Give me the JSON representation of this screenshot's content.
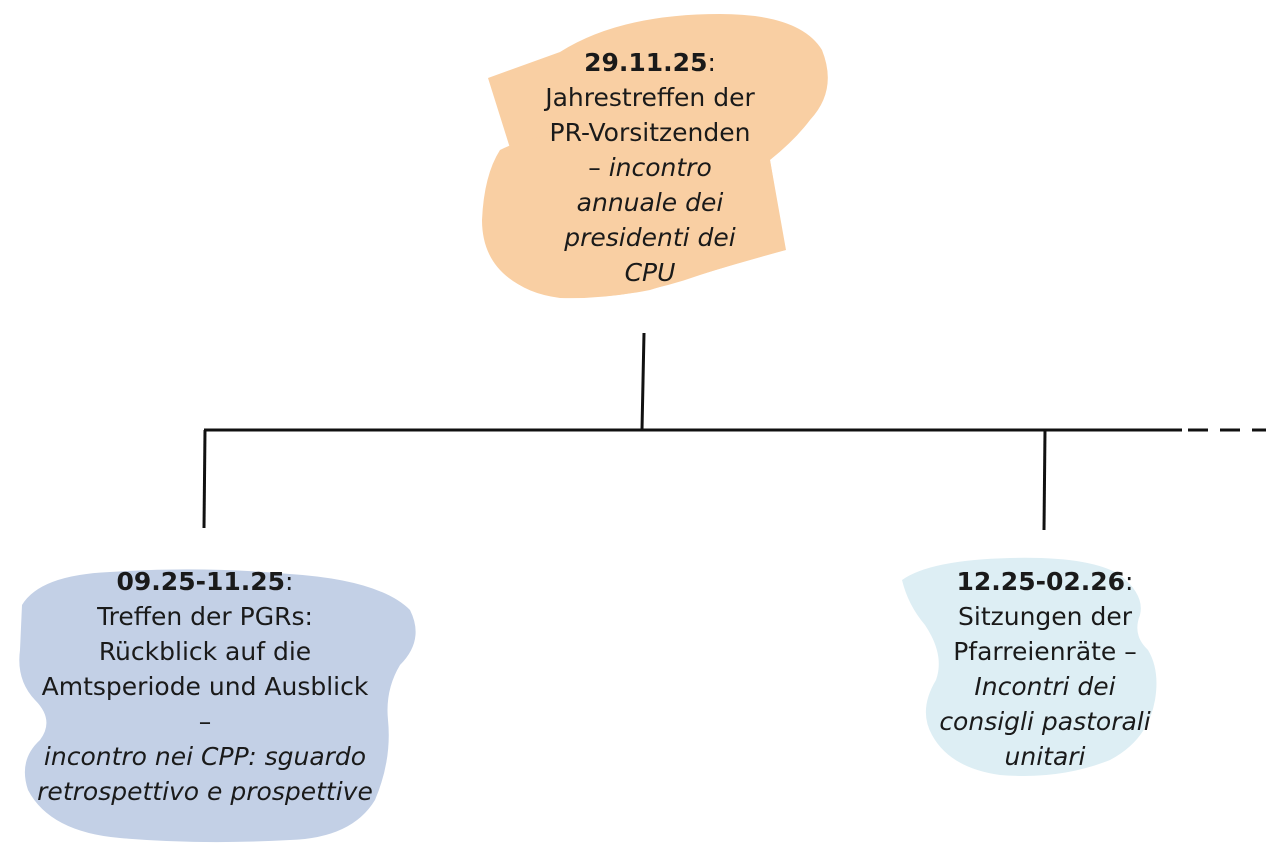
{
  "colors": {
    "top_blob": "#f9cfa3",
    "left_blob": "#c3d0e6",
    "right_blob": "#ddeef4",
    "connector": "#111111"
  },
  "nodes": {
    "top": {
      "date": "29.11.25",
      "colon": ":",
      "line1": "Jahrestreffen der",
      "line2": "PR-Vorsitzenden",
      "dash": "– ",
      "it1": "incontro",
      "it2": "annuale dei",
      "it3": "presidenti dei",
      "it4": "CPU"
    },
    "left": {
      "date": "09.25-11.25",
      "colon": ":",
      "line1": "Treffen der PGRs:",
      "line2": "Rückblick auf die",
      "line3": "Amtsperiode und Ausblick",
      "dash": "–",
      "it1": "incontro nei CPP: sguardo",
      "it2": "retrospettivo e prospettive"
    },
    "right": {
      "date": "12.25-02.26",
      "colon": ":",
      "line1": "Sitzungen der",
      "line2": "Pfarreienräte –",
      "it1": "Incontri dei",
      "it2": "consigli pastorali",
      "it3": "unitari"
    }
  }
}
